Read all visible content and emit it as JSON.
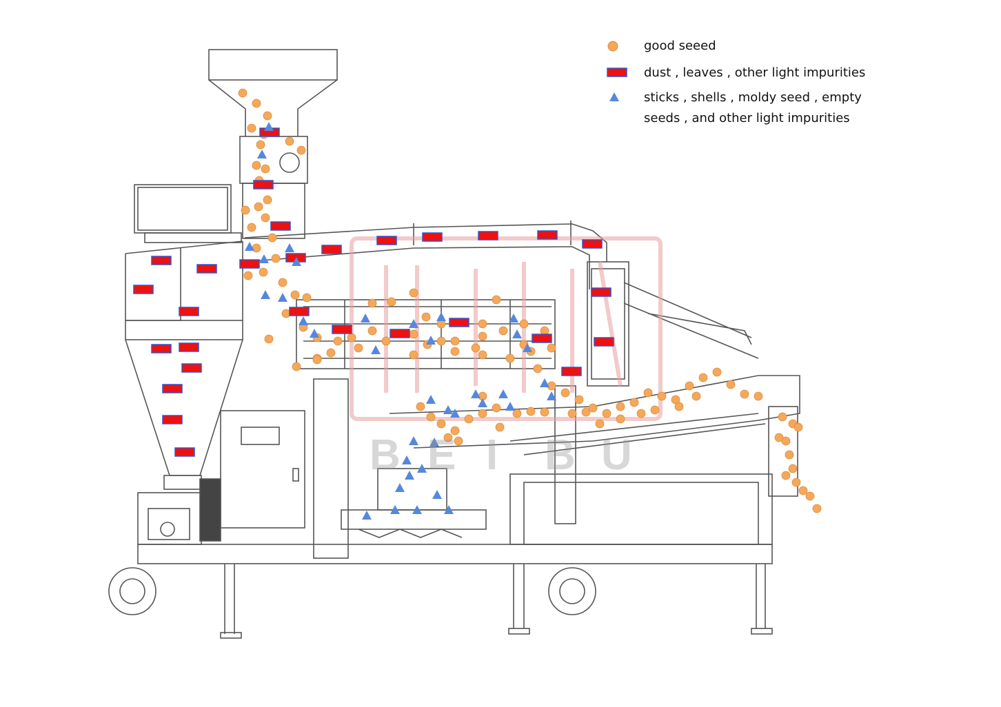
{
  "legend": {
    "good_seed_label": "good seeed",
    "light_impurities_label": "dust , leaves , other light  impurities",
    "heavy_impurities_line1": "sticks , shells , moldy seed , empty",
    "heavy_impurities_line2": "seeds , and other light impurities"
  },
  "watermark": {
    "letters": [
      "B",
      "E",
      "I",
      "B",
      "U"
    ],
    "color": "#e8a0a0"
  },
  "colors": {
    "seed_fill": "#f5a85a",
    "seed_stroke": "#d98a3a",
    "impurity_fill": "#ee1111",
    "impurity_stroke": "#3355cc",
    "triangle_fill": "#5588dd",
    "line_color": "#555555"
  },
  "icons": {
    "good_seed": "orange-circle-icon",
    "light_impurity": "red-rectangle-icon",
    "heavy_impurity": "blue-triangle-icon"
  }
}
